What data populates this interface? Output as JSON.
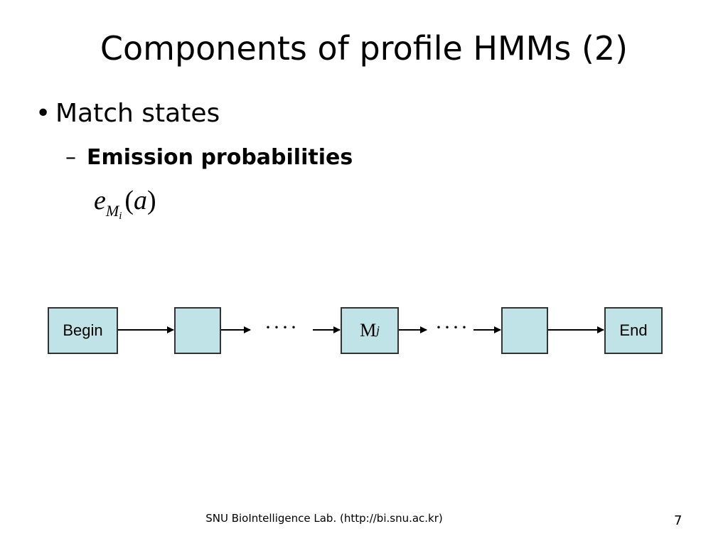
{
  "slide": {
    "title": "Components of profile HMMs (2)",
    "bullet": {
      "marker": "•",
      "text": "Match states"
    },
    "sub_bullet": {
      "marker": "–",
      "text": "Emission probabilities"
    },
    "formula": {
      "base": "e",
      "subscript": "M",
      "sub_subscript": "i",
      "argument": "(a)",
      "open_paren": "(",
      "arg_var": "a",
      "close_paren": ")"
    }
  },
  "diagram": {
    "nodes": [
      {
        "id": "begin",
        "label": "Begin"
      },
      {
        "id": "state-1",
        "label": ""
      },
      {
        "id": "match-j",
        "label": "M",
        "sublabel": "j"
      },
      {
        "id": "state-n",
        "label": ""
      },
      {
        "id": "end",
        "label": "End"
      }
    ],
    "ellipsis": "····",
    "colors": {
      "node_fill": "#bfe3e6",
      "node_border": "#333333",
      "arrow": "#000000"
    }
  },
  "footer": {
    "text": "SNU BioIntelligence Lab. (http://bi.snu.ac.kr)",
    "page_number": "7"
  }
}
